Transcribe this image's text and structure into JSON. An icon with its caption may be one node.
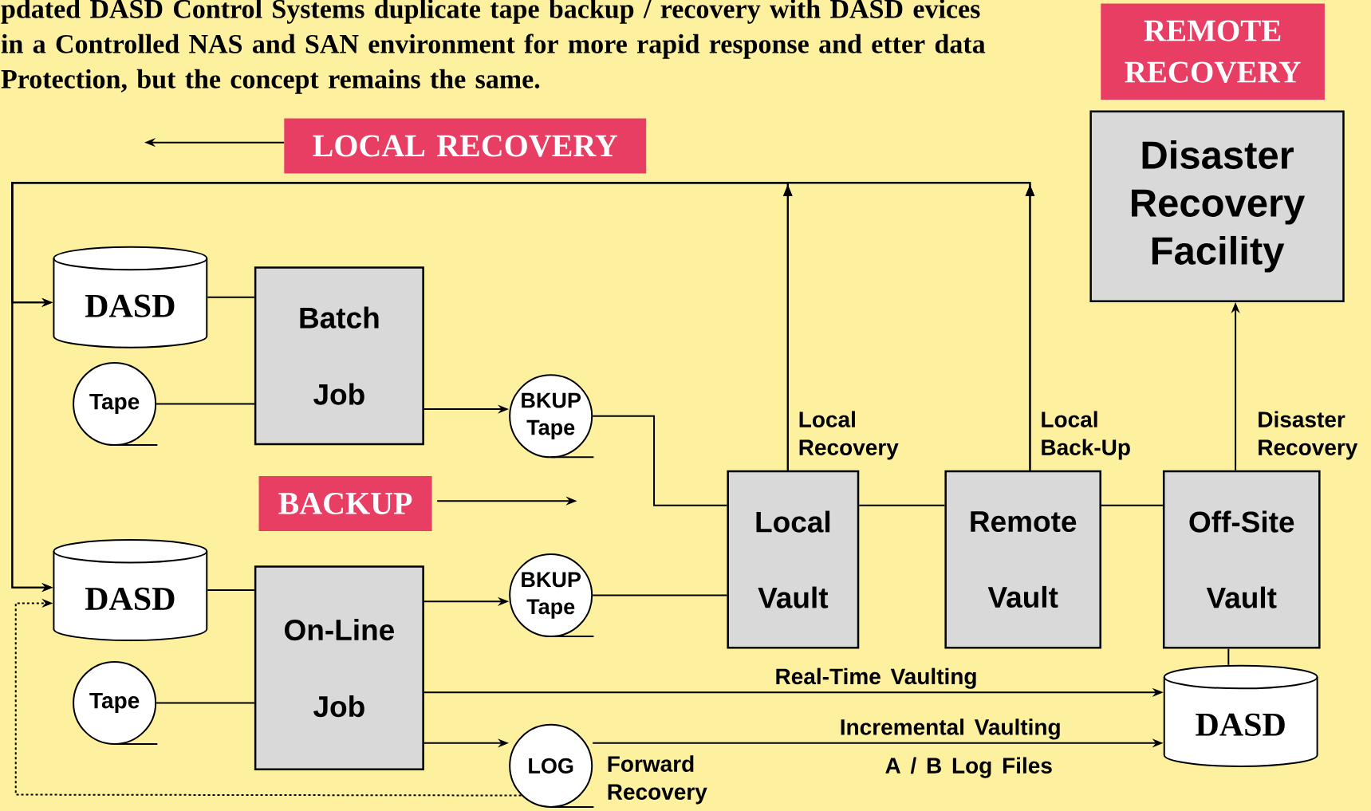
{
  "diagram": {
    "title": "pdated DASD Control Systems duplicate tape backup / recovery with DASD evices in a Controlled NAS and SAN environment for more rapid response and etter data Protection, but the concept remains the same.",
    "nodes": [
      {
        "text": [
          "LOCAL RECOVERY"
        ]
      },
      {
        "text": [
          "REMOTE RECOVERY"
        ]
      },
      {
        "text": [
          "Disaster Recovery Facility"
        ]
      },
      {
        "text": [
          "DASD"
        ]
      },
      {
        "text": [
          "Tape"
        ]
      },
      {
        "text": [
          "Batch Job"
        ]
      },
      {
        "text": [
          "BKUP Tape"
        ]
      },
      {
        "text": [
          "BACKUP"
        ]
      },
      {
        "text": [
          "DASD"
        ]
      },
      {
        "text": [
          "Tape"
        ]
      },
      {
        "text": [
          "On-Line Job"
        ]
      },
      {
        "text": [
          "BKUP Tape"
        ]
      },
      {
        "text": [
          "LOG"
        ],
        "beside": [
          "Forward Recovery"
        ]
      },
      {
        "text": [
          "Local Vault"
        ]
      },
      {
        "text": [
          "Remote Vault"
        ]
      },
      {
        "text": [
          "Off-Site Vault"
        ]
      },
      {
        "text": [
          "DASD"
        ]
      }
    ],
    "edges": [
      {
        "from": 3,
        "to": 5,
        "arrow": "none"
      },
      {
        "from": 4,
        "to": 5,
        "arrow": "none"
      },
      {
        "from": 5,
        "to": 6,
        "arrow": "to"
      },
      {
        "from": 6,
        "to": 13,
        "arrow": "none"
      },
      {
        "from": 8,
        "to": 10,
        "arrow": "none"
      },
      {
        "from": 9,
        "to": 10,
        "arrow": "none"
      },
      {
        "from": 10,
        "to": 11,
        "arrow": "to"
      },
      {
        "from": 11,
        "to": 13,
        "arrow": "none"
      },
      {
        "from": 10,
        "to": 16,
        "arrow": "to",
        "label": "Real-Time Vaulting"
      },
      {
        "from": 10,
        "to": 12,
        "arrow": "to"
      },
      {
        "from": 12,
        "to": 16,
        "arrow": "to",
        "label": "Incremental Vaulting"
      },
      {
        "from": 12,
        "to": 8,
        "arrow": "to",
        "style": "dashed"
      },
      {
        "from": 13,
        "to": 14,
        "arrow": "none"
      },
      {
        "from": 14,
        "to": 15,
        "arrow": "none"
      },
      {
        "from": 15,
        "to": 16,
        "arrow": "none"
      },
      {
        "from": 15,
        "to": 2,
        "arrow": "to",
        "label": "Disaster Recovery"
      },
      {
        "from": 13,
        "to": 3,
        "arrow": "to",
        "label": "Local Recovery"
      },
      {
        "from": 13,
        "to": 8,
        "arrow": "to"
      },
      {
        "from": 14,
        "to": 3,
        "arrow": "to",
        "label": "Local Back-Up"
      },
      {
        "from": 14,
        "to": 8,
        "arrow": "to"
      }
    ],
    "labels": [
      "A / B Log Files"
    ]
  }
}
